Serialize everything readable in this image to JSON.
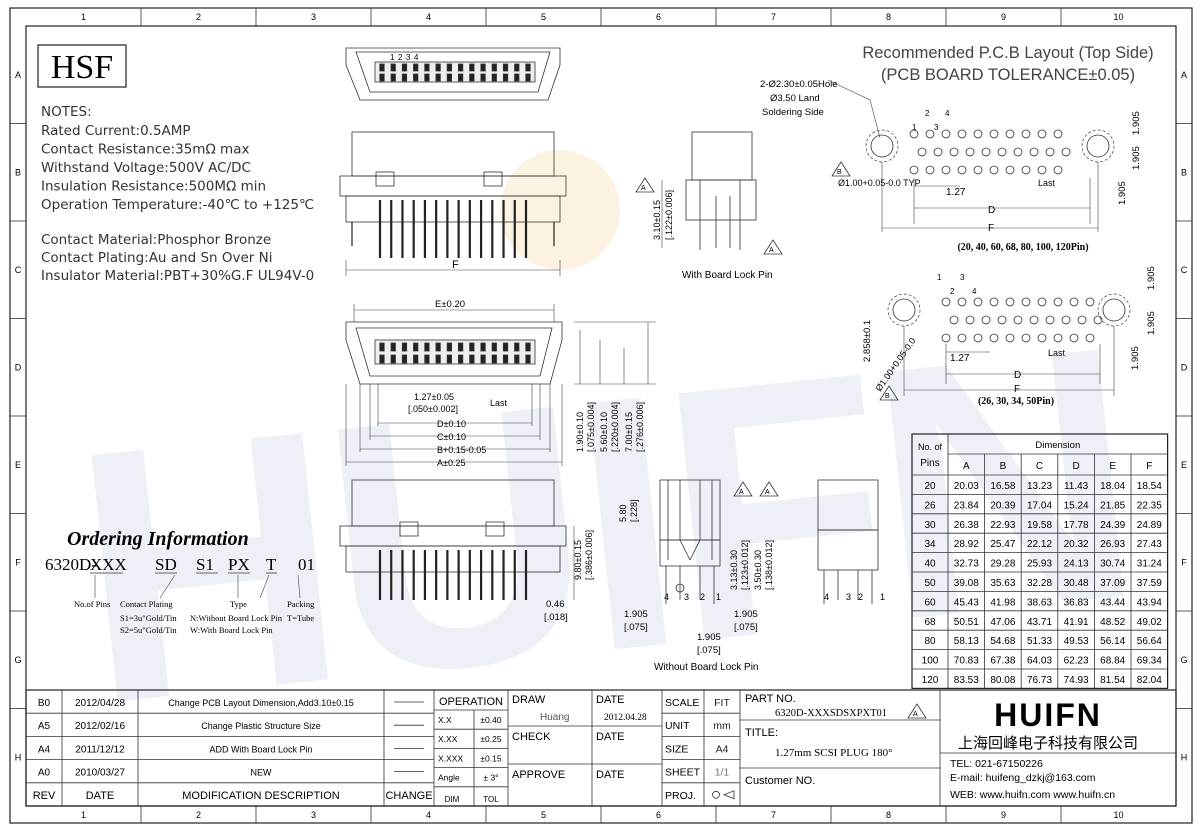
{
  "frame": {
    "columns": [
      "1",
      "2",
      "3",
      "4",
      "5",
      "6",
      "7",
      "8",
      "9",
      "10"
    ],
    "rows": [
      "A",
      "B",
      "C",
      "D",
      "E",
      "F",
      "G",
      "H"
    ]
  },
  "logo_text": "HSF",
  "watermark": "HUIFN",
  "notes": {
    "heading": "NOTES:",
    "lines": [
      "Rated Current:0.5AMP",
      "Contact Resistance:35mΩ max",
      "Withstand Voltage:500V AC/DC",
      "Insulation Resistance:500MΩ min",
      "Operation Temperature:-40℃ to +125℃"
    ],
    "material_lines": [
      "Contact Material:Phosphor Bronze",
      "Contact Plating:Au and Sn Over Ni",
      "Insulator Material:PBT+30%G.F UL94V-0"
    ]
  },
  "ordering": {
    "title": "Ordering Information",
    "prefix": "6320D-",
    "codes": [
      "XXX",
      "SD",
      "S1",
      "PX",
      "T",
      "01"
    ],
    "no_of_pins": "No.of Pins",
    "contact_plating": "Contact Plating",
    "plating_s1": "S1=3u\"Gold/Tin",
    "plating_s2": "S2=5u\"Gold/Tin",
    "type": "Type",
    "type_n": "N:Without Board Lock Pin",
    "type_w": "W:With Board Lock Pin",
    "packing": "Packing",
    "packing_t": "T=Tube"
  },
  "pcb": {
    "title_line1": "Recommended P.C.B Layout (Top Side)",
    "title_line2": "(PCB BOARD TOLERANCE±0.05)",
    "hole_label": "2-Ø2.30±0.05Hole",
    "land_label": "Ø3.50 Land",
    "soldering_side": "Soldering Side",
    "typ_label": "Ø1.00+0.05-0.0 TYP",
    "pitch": "1.27",
    "dim_d": "D",
    "dim_f": "F",
    "dim_1905": "1.905",
    "last": "Last",
    "upper_pins": "(20, 40, 60, 68, 80, 100, 120Pin)",
    "lower_pins": "(26, 30, 34, 50Pin)",
    "dim_2858": "2.858±0.1",
    "lower_typ": "Ø1.00+0.05-0.0",
    "pin1": "1",
    "pin2": "2",
    "pin3": "3",
    "pin4": "4"
  },
  "views": {
    "with_lock": "With Board Lock Pin",
    "without_lock": "Without Board Lock Pin",
    "dim_f": "F",
    "dim_e": "E±0.20",
    "dim_127": "1.27±0.05",
    "dim_127_in": "[.050±0.002]",
    "dim_d": "D±0.10",
    "dim_c": "C±0.10",
    "dim_b": "B+0.15-0.05",
    "dim_a": "A±0.25",
    "last": "Last",
    "v_190": "1.90±0.10",
    "v_190_in": "[.075±0.004]",
    "v_560": "5.60±0.10",
    "v_560_in": "[.220±0.004]",
    "v_700": "7.00±0.15",
    "v_700_in": "[.276±0.006]",
    "v_310": "3.10±0.15",
    "v_310_in": "[.122±0.006]",
    "v_980": "9.80±0.15",
    "v_980_in": "[.386±0.006]",
    "v_580": "5.80",
    "v_580_in": "[.228]",
    "v_313": "3.13±0.30",
    "v_313_in": "[.123±0.012]",
    "v_350": "3.50±0.30",
    "v_350_in": "[.138±0.012]",
    "h_046": "0.46",
    "h_046_in": "[.018]",
    "h_1905": "1.905",
    "h_1905_in": "[.075]",
    "pin_labels": [
      "4",
      "3",
      "2",
      "1"
    ],
    "rev_a": "A",
    "rev_b": "B"
  },
  "dimension_table": {
    "header_pins": "No. of Pins",
    "header_dimension": "Dimension",
    "columns": [
      "A",
      "B",
      "C",
      "D",
      "E",
      "F"
    ],
    "rows": [
      {
        "pins": "20",
        "vals": [
          "20.03",
          "16.58",
          "13.23",
          "11.43",
          "18.04",
          "18.54"
        ]
      },
      {
        "pins": "26",
        "vals": [
          "23.84",
          "20.39",
          "17.04",
          "15.24",
          "21.85",
          "22.35"
        ]
      },
      {
        "pins": "30",
        "vals": [
          "26.38",
          "22.93",
          "19.58",
          "17.78",
          "24.39",
          "24.89"
        ]
      },
      {
        "pins": "34",
        "vals": [
          "28.92",
          "25.47",
          "22.12",
          "20.32",
          "26.93",
          "27.43"
        ]
      },
      {
        "pins": "40",
        "vals": [
          "32.73",
          "29.28",
          "25.93",
          "24.13",
          "30.74",
          "31.24"
        ]
      },
      {
        "pins": "50",
        "vals": [
          "39.08",
          "35.63",
          "32.28",
          "30.48",
          "37.09",
          "37.59"
        ]
      },
      {
        "pins": "60",
        "vals": [
          "45.43",
          "41.98",
          "38.63",
          "36.83",
          "43.44",
          "43.94"
        ]
      },
      {
        "pins": "68",
        "vals": [
          "50.51",
          "47.06",
          "43.71",
          "41.91",
          "48.52",
          "49.02"
        ]
      },
      {
        "pins": "80",
        "vals": [
          "58.13",
          "54.68",
          "51.33",
          "49.53",
          "56.14",
          "56.64"
        ]
      },
      {
        "pins": "100",
        "vals": [
          "70.83",
          "67.38",
          "64.03",
          "62.23",
          "68.84",
          "69.34"
        ]
      },
      {
        "pins": "120",
        "vals": [
          "83.53",
          "80.08",
          "76.73",
          "74.93",
          "81.54",
          "82.04"
        ]
      }
    ]
  },
  "title_block": {
    "revisions": [
      {
        "rev": "B0",
        "date": "2012/04/28",
        "desc": "Change PCB Layout Dimension,Add3.10±0.15"
      },
      {
        "rev": "A5",
        "date": "2012/02/16",
        "desc": "Change Plastic Structure Size"
      },
      {
        "rev": "A4",
        "date": "2011/12/12",
        "desc": "ADD With Board Lock Pin"
      },
      {
        "rev": "A0",
        "date": "2010/03/27",
        "desc": "NEW"
      }
    ],
    "rev_header": "REV",
    "date_header": "DATE",
    "desc_header": "MODIFICATION  DESCRIPTION",
    "change_header": "CHANGE",
    "operation": "OPERATION",
    "tolerances": [
      {
        "label": "X.X",
        "val": "±0.40"
      },
      {
        "label": "X.XX",
        "val": "±0.25"
      },
      {
        "label": "X.XXX",
        "val": "±0.15"
      },
      {
        "label": "Angle",
        "val": "± 3°"
      }
    ],
    "dim": "DIM",
    "tol": "TOL",
    "draw": "DRAW",
    "drawer": "Huang",
    "check": "CHECK",
    "approve": "APPROVE",
    "date_label": "DATE",
    "draw_date": "2012.04.28",
    "scale": "SCALE",
    "scale_val": "FIT",
    "unit": "UNIT",
    "unit_val": "mm",
    "size": "SIZE",
    "size_val": "A4",
    "sheet": "SHEET",
    "sheet_val": "1/1",
    "proj": "PROJ.",
    "part_no_label": "PART NO.",
    "part_no": "6320D-XXXSDSXPXT01",
    "title_label": "TITLE:",
    "title": "1.27mm SCSI PLUG 180°",
    "customer": "Customer NO.",
    "company_logo": "HUIFN",
    "company_cn": "上海回峰电子科技有限公司",
    "tel": "TEL: 021-67150226",
    "email": "E-mail: huifeng_dzkj@163.com",
    "web": "WEB: www.huifn.com  www.huifn.cn"
  }
}
